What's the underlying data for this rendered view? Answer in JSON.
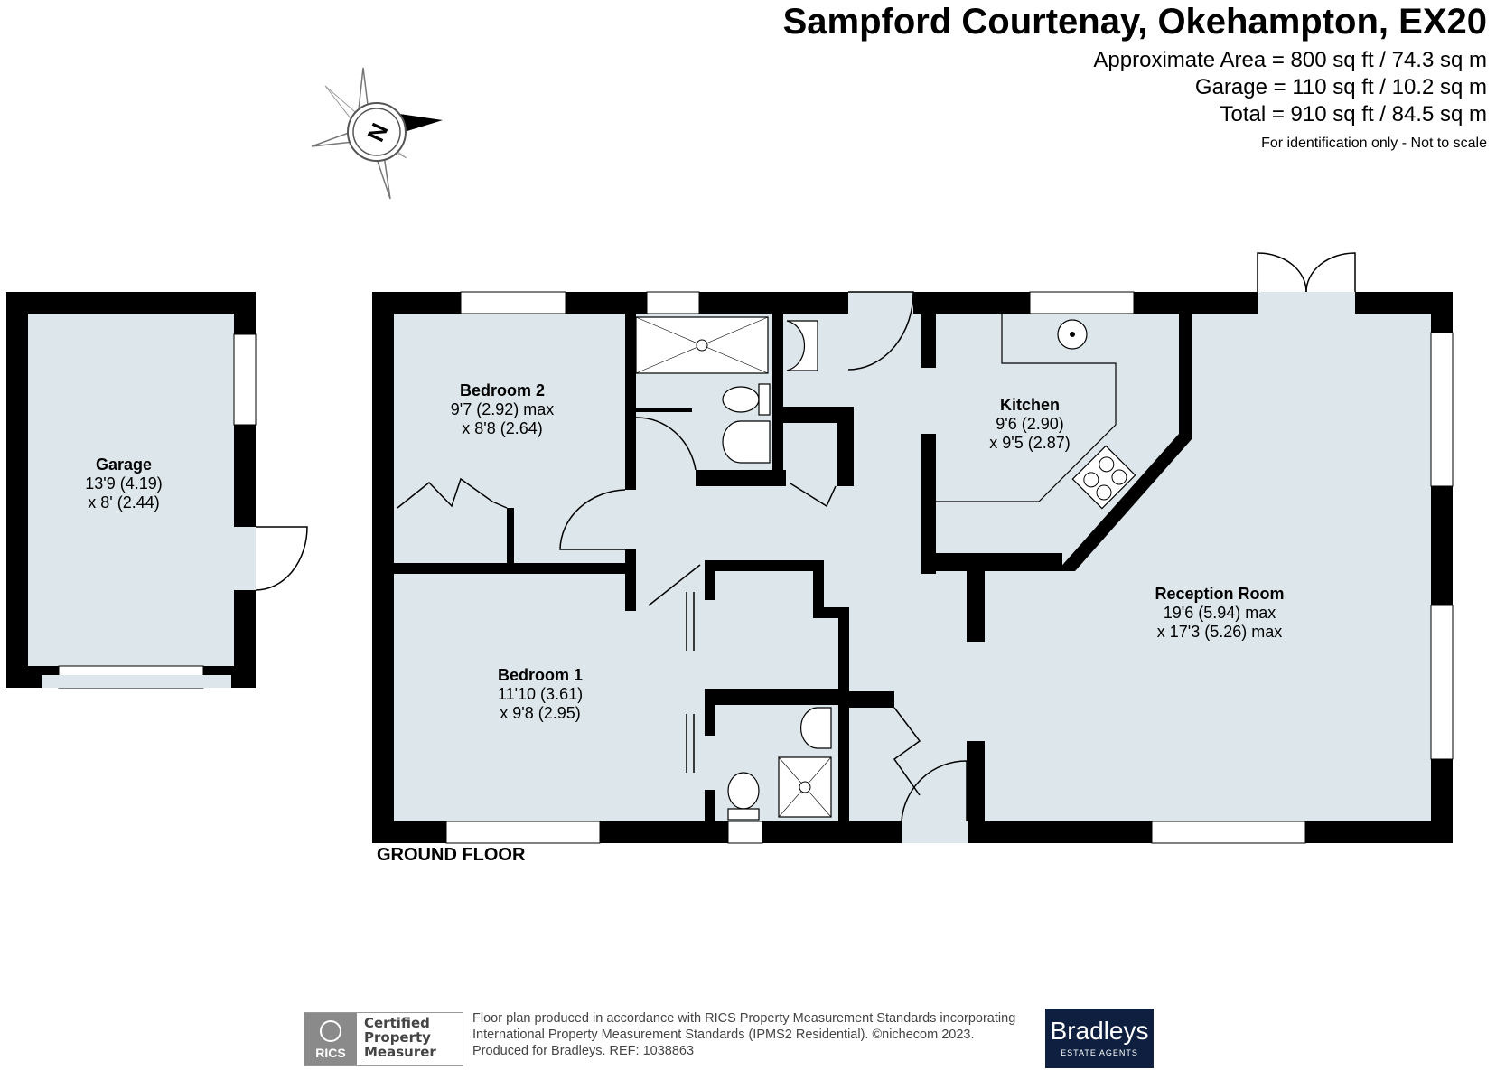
{
  "header": {
    "title": "Sampford Courtenay, Okehampton, EX20",
    "area_lines": [
      "Approximate Area = 800 sq ft / 74.3 sq m",
      "Garage = 110 sq ft / 10.2 sq m",
      "Total = 910 sq ft / 84.5 sq m"
    ],
    "note": "For identification only - Not to scale"
  },
  "compass": {
    "letter": "N"
  },
  "rooms": {
    "garage": {
      "name": "Garage",
      "dim1": "13'9 (4.19)",
      "dim2": "x 8' (2.44)"
    },
    "bedroom2": {
      "name": "Bedroom 2",
      "dim1": "9'7 (2.92) max",
      "dim2": "x 8'8 (2.64)"
    },
    "kitchen": {
      "name": "Kitchen",
      "dim1": "9'6 (2.90)",
      "dim2": "x 9'5 (2.87)"
    },
    "reception": {
      "name": "Reception Room",
      "dim1": "19'6 (5.94) max",
      "dim2": "x 17'3 (5.26) max"
    },
    "bedroom1": {
      "name": "Bedroom 1",
      "dim1": "11'10 (3.61)",
      "dim2": "x 9'8 (2.95)"
    }
  },
  "floor_label": "GROUND FLOOR",
  "footer": {
    "badge_left": "RICS",
    "badge_lines": [
      "Certified",
      "Property",
      "Measurer"
    ],
    "text_lines": [
      "Floor plan produced in accordance with RICS Property Measurement Standards incorporating",
      "International Property Measurement Standards (IPMS2 Residential).   ©nichecom 2023.",
      "Produced for Bradleys.   REF:  1038863"
    ],
    "brand_name": "Bradleys",
    "brand_sub": "ESTATE AGENTS"
  },
  "colors": {
    "wall": "#000000",
    "floor": "#dde6ea",
    "window": "#ffffff",
    "brand": "#0e1f3f"
  }
}
